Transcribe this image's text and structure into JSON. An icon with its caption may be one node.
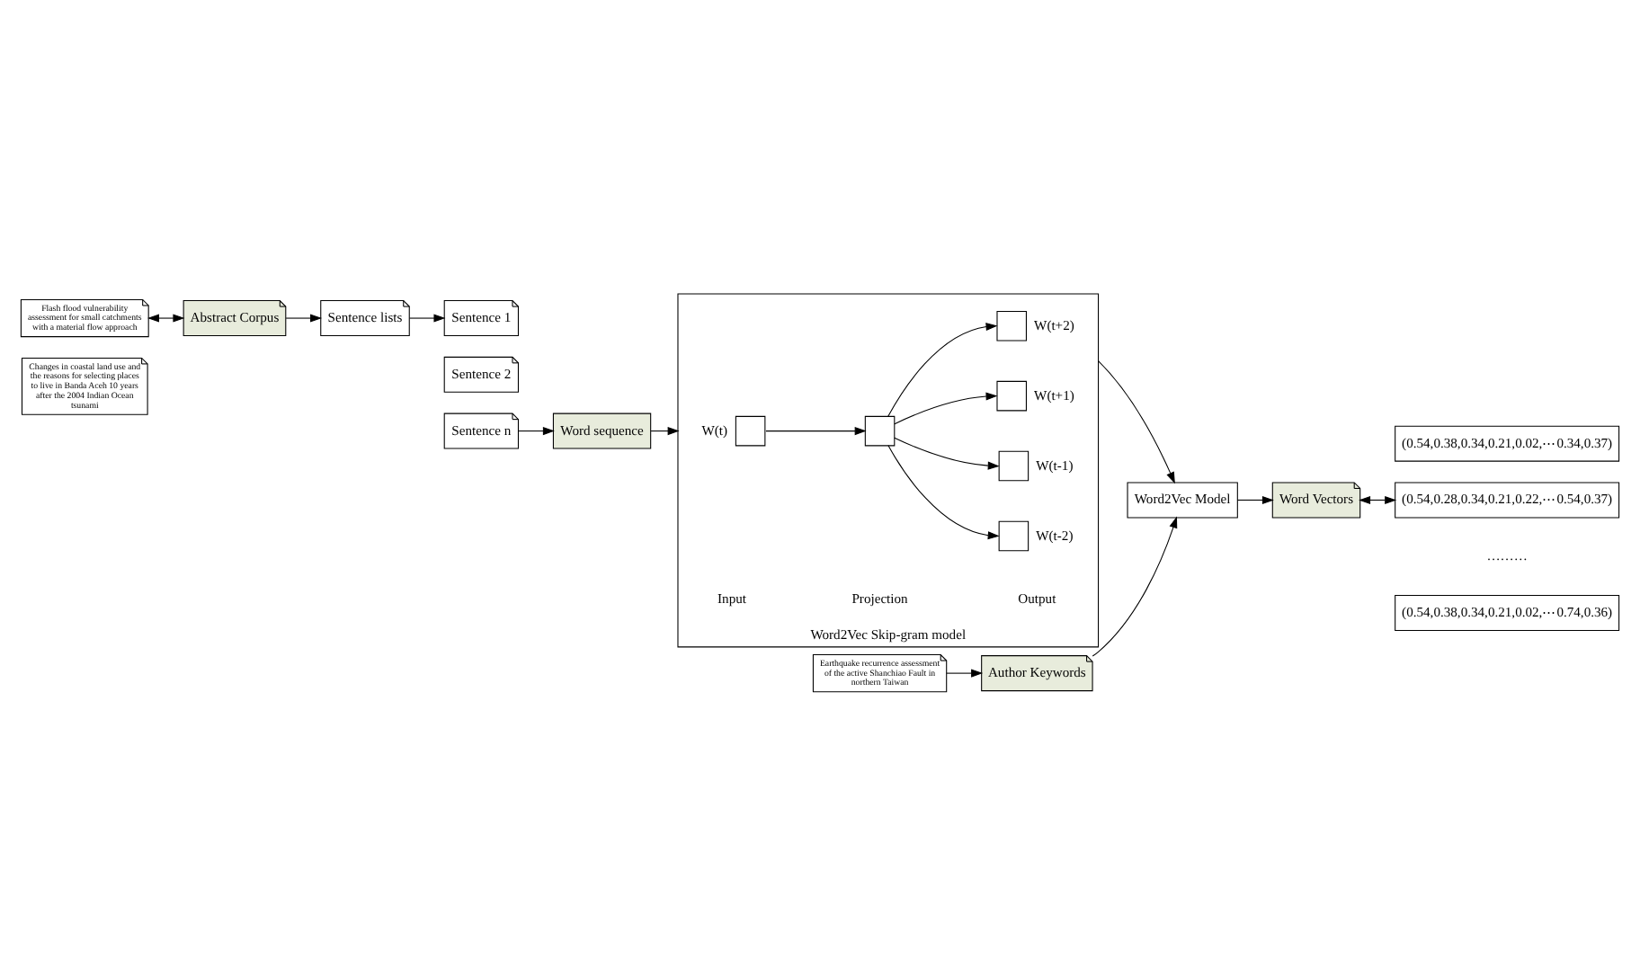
{
  "diagram": {
    "nodes": [
      {
        "text": [
          "Abstract Corpus"
        ]
      },
      {
        "text": [
          "Sentence lists"
        ]
      },
      {
        "text": [
          "Sentence 1"
        ]
      },
      {
        "text": [
          "Sentence 2"
        ]
      },
      {
        "text": [
          "Sentence n"
        ]
      },
      {
        "text": [
          "Word sequence"
        ]
      },
      {
        "text": [
          "Word2Vec Skip-gram model"
        ]
      },
      {
        "text": [],
        "shape": "box",
        "in": 6,
        "beside": [
          "W(t)"
        ]
      },
      {
        "text": [],
        "shape": "box",
        "in": 6
      },
      {
        "text": [],
        "shape": "box",
        "in": 6,
        "beside": [
          "W(t-2)"
        ]
      },
      {
        "text": [],
        "shape": "box",
        "in": 6,
        "beside": [
          "W(t-1)"
        ]
      },
      {
        "text": [],
        "shape": "box",
        "in": 6,
        "beside": [
          "W(t+1)"
        ]
      },
      {
        "text": [],
        "shape": "box",
        "in": 6,
        "beside": [
          "W(t+2)"
        ]
      },
      {
        "text": [
          "Flash flood vulnerability assessment for small catchments with a material flow approach"
        ]
      },
      {
        "text": [
          "Changes in coastal land use and the reasons for selecting places to live in Banda Aceh 10 years after the 2004 Indian Ocean tsunami"
        ]
      },
      {
        "text": [
          "Earthquake recurrence assessment of the active Shanchiao Fault in northern Taiwan"
        ]
      },
      {
        "text": [
          "Author Keywords"
        ]
      },
      {
        "text": [
          "Word2Vec Model"
        ]
      },
      {
        "text": [
          "Word Vectors"
        ]
      },
      {
        "text": [
          "(0.54,0.38,0.34,0.21,0.02,⋯0.34,0.37)"
        ]
      },
      {
        "text": [
          "(0.54,0.28,0.34,0.21,0.22,⋯0.54,0.37)"
        ]
      },
      {
        "text": [
          "(0.54,0.38,0.34,0.21,0.02,⋯0.74,0.36)"
        ]
      }
    ],
    "edges": [
      {
        "from": 0,
        "to": 1,
        "arrow": "to"
      },
      {
        "from": 1,
        "to": 2,
        "arrow": "to"
      },
      {
        "from": 4,
        "to": 5,
        "arrow": "to"
      },
      {
        "from": 5,
        "to": 6,
        "arrow": "to"
      },
      {
        "from": 7,
        "to": 8,
        "arrow": "to"
      },
      {
        "from": 8,
        "to": 9,
        "arrow": "to"
      },
      {
        "from": 8,
        "to": 10,
        "arrow": "to"
      },
      {
        "from": 8,
        "to": 11,
        "arrow": "to"
      },
      {
        "from": 8,
        "to": 12,
        "arrow": "to"
      },
      {
        "from": 13,
        "to": 0,
        "arrow": "both"
      },
      {
        "from": 15,
        "to": 16,
        "arrow": "to"
      },
      {
        "from": 16,
        "to": 17,
        "arrow": "to"
      },
      {
        "from": 6,
        "to": 17,
        "arrow": "to"
      },
      {
        "from": 17,
        "to": 18,
        "arrow": "to"
      },
      {
        "from": 18,
        "to": 20,
        "arrow": "both"
      }
    ],
    "labels": [
      "Input",
      "Projection",
      "Output",
      "………"
    ]
  }
}
